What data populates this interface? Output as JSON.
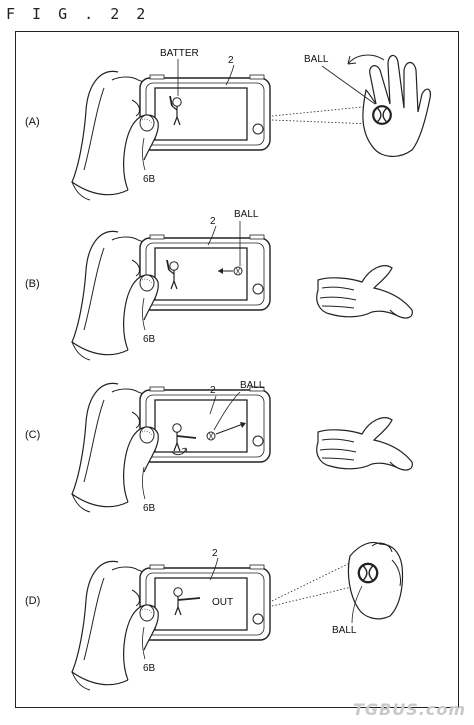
{
  "figure": {
    "title": "F I G . 2 2"
  },
  "panels": [
    {
      "id": "A",
      "label": "(A)",
      "screen_text": "",
      "balloon_label": "BATTER",
      "ref_device": "2",
      "ref_button": "6B",
      "ball_label": "BALL"
    },
    {
      "id": "B",
      "label": "(B)",
      "screen_text": "",
      "ref_device": "2",
      "ref_button": "6B",
      "ball_label": "BALL"
    },
    {
      "id": "C",
      "label": "(C)",
      "screen_text": "",
      "ref_device": "2",
      "ref_button": "6B",
      "ball_label": "BALL"
    },
    {
      "id": "D",
      "label": "(D)",
      "screen_text": "OUT",
      "ref_device": "2",
      "ref_button": "6B",
      "ball_label": "BALL"
    }
  ],
  "watermark": "TGBUS.com"
}
